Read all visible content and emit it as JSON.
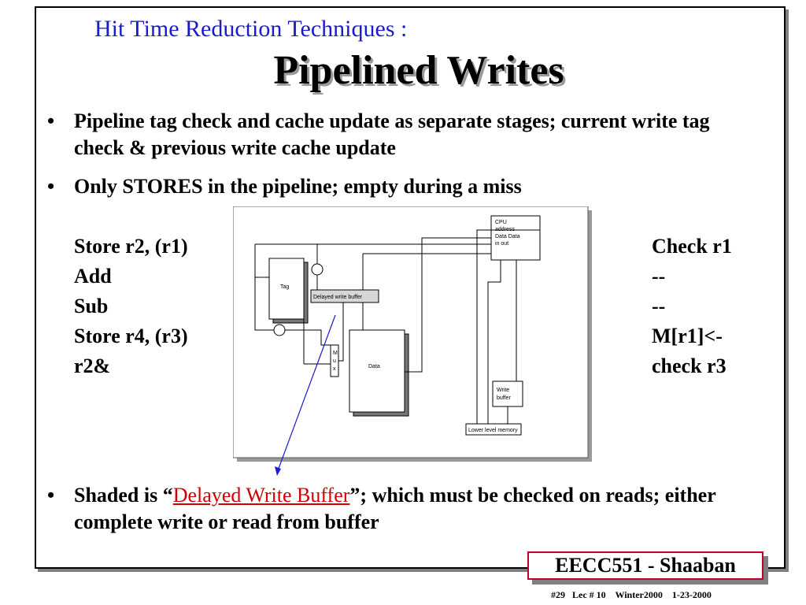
{
  "slide": {
    "subtitle": "Hit Time Reduction Techniques :",
    "title": "Pipelined Writes",
    "bullet_glyph": "•",
    "bullets": [
      {
        "text": "Pipeline tag check and  cache update as separate stages; current write tag check & previous write cache update"
      },
      {
        "text": "Only STORES in the pipeline; empty during a miss"
      },
      {
        "prefix": "Shaded is “",
        "highlight": "Delayed Write Buffer",
        "suffix": "”; which must be checked on reads; either complete write or read from buffer"
      }
    ],
    "code_left": [
      "Store r2, (r1)",
      "Add",
      "Sub",
      "Store r4, (r3)",
      "r2&"
    ],
    "code_right": [
      "Check r1",
      "--",
      "--",
      "M[r1]<-",
      "check r3"
    ],
    "highlight_color": "#d00000",
    "subtitle_color": "#1a1ad0"
  },
  "figure": {
    "labels": {
      "cpu": [
        "CPU",
        "address",
        "Data  Data",
        "in     out"
      ],
      "tag": "Tag",
      "delayed_write_buffer": "Delayed write buffer",
      "mux": [
        "M",
        "u",
        "x"
      ],
      "data": "Data",
      "write_buffer": [
        "Write",
        "buffer"
      ],
      "lower_level_memory": "Lower level memory"
    }
  },
  "footer": {
    "course": "EECC551 - Shaaban",
    "meta": "#29   Lec # 10    Winter2000    1-23-2000"
  }
}
